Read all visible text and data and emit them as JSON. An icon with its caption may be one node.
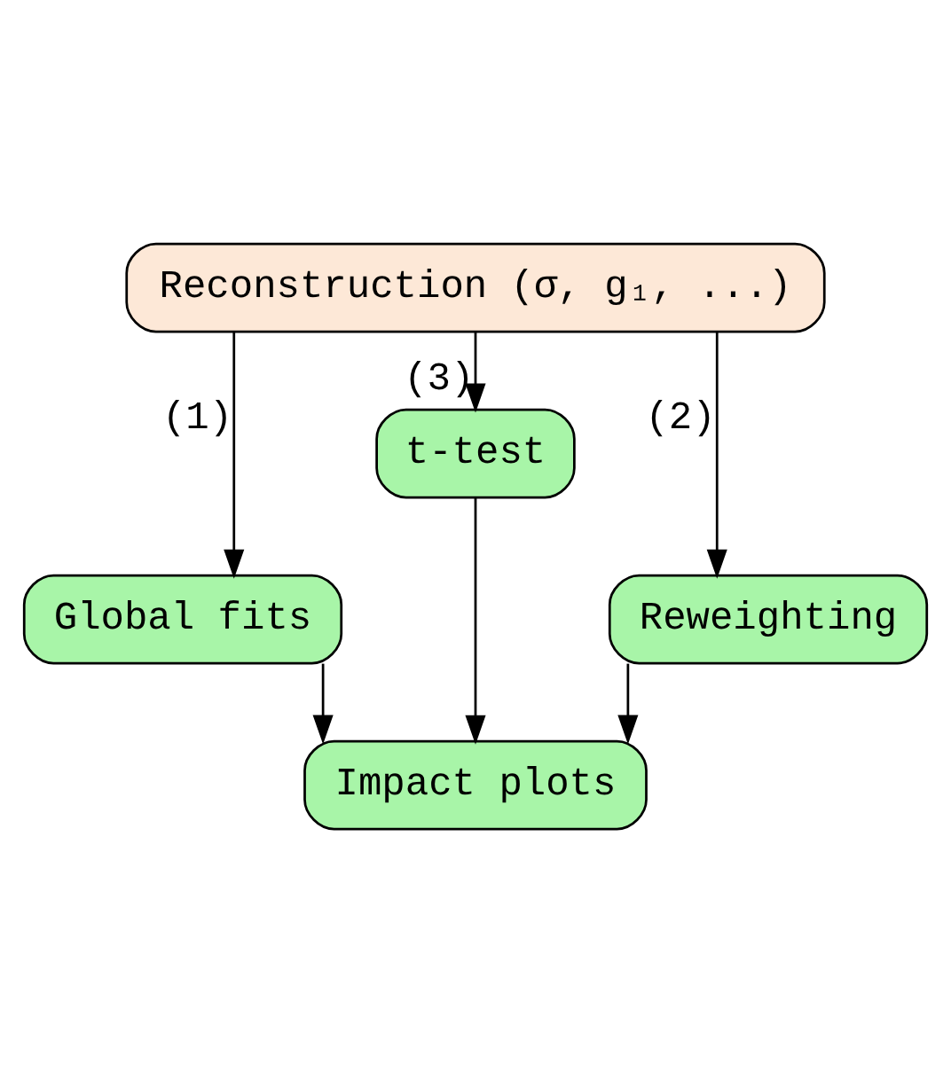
{
  "diagram": {
    "nodes": [
      {
        "text": [
          "Reconstruction (σ, g₁, ...)"
        ]
      },
      {
        "text": [
          "Global fits"
        ]
      },
      {
        "text": [
          "t-test"
        ]
      },
      {
        "text": [
          "Reweighting"
        ]
      },
      {
        "text": [
          "Impact plots"
        ]
      }
    ],
    "edges": [
      {
        "from": 0,
        "to": 1,
        "arrow": "to",
        "label": "(1)"
      },
      {
        "from": 0,
        "to": 3,
        "arrow": "to",
        "label": "(2)"
      },
      {
        "from": 0,
        "to": 2,
        "arrow": "to",
        "label": "(3)"
      },
      {
        "from": 1,
        "to": 4,
        "arrow": "to"
      },
      {
        "from": 3,
        "to": 4,
        "arrow": "to"
      },
      {
        "from": 2,
        "to": 4,
        "arrow": "to"
      }
    ]
  }
}
